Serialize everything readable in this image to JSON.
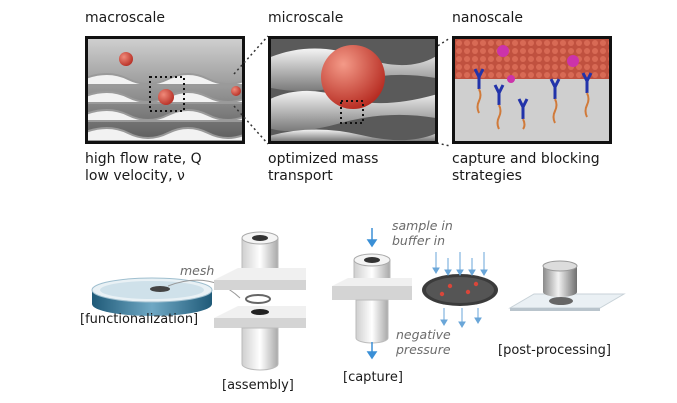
{
  "panels": {
    "macro": {
      "title": "macroscale",
      "caption_line1": "high flow rate, Q",
      "caption_line2": "low velocity, ν"
    },
    "micro": {
      "title": "microscale",
      "caption_line1": "optimized mass",
      "caption_line2": "transport"
    },
    "nano": {
      "title": "nanoscale",
      "caption_line1": "capture and blocking",
      "caption_line2": "strategies"
    }
  },
  "workflow": {
    "mesh_label": "mesh",
    "functionalization_label": "[functionalization]",
    "assembly_label": "[assembly]",
    "capture_label": "[capture]",
    "sample_line1": "sample in",
    "sample_line2": "buffer in",
    "pressure_line1": "negative",
    "pressure_line2": "pressure",
    "post_label": "[post-processing]"
  },
  "colors": {
    "sphere": "#d9463a",
    "antibody": "#2233aa",
    "magenta": "#cc33aa",
    "arrow_blue": "#3a8fd6"
  }
}
